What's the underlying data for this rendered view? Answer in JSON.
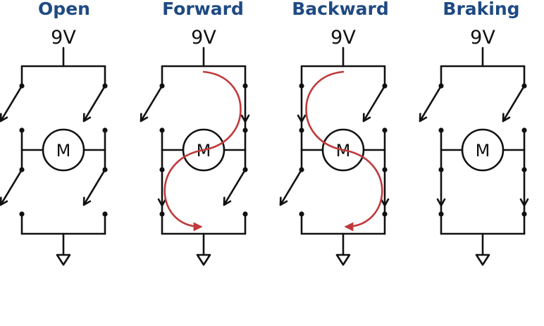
{
  "panels": [
    {
      "key": "open",
      "title": "Open",
      "voltage": "9V",
      "motor": "M",
      "switches": {
        "tl": "open",
        "tr": "open",
        "bl": "open",
        "br": "open"
      },
      "current": "none"
    },
    {
      "key": "forward",
      "title": "Forward",
      "voltage": "9V",
      "motor": "M",
      "switches": {
        "tl": "open",
        "tr": "closed",
        "bl": "closed",
        "br": "open"
      },
      "current": "forward"
    },
    {
      "key": "backward",
      "title": "Backward",
      "voltage": "9V",
      "motor": "M",
      "switches": {
        "tl": "closed",
        "tr": "open",
        "bl": "open",
        "br": "closed"
      },
      "current": "backward"
    },
    {
      "key": "braking",
      "title": "Braking",
      "voltage": "9V",
      "motor": "M",
      "switches": {
        "tl": "open",
        "tr": "open",
        "bl": "closed",
        "br": "closed"
      },
      "current": "none"
    }
  ],
  "colors": {
    "title": "#1f4a82",
    "wire": "#111111",
    "current": "#c0393b"
  }
}
